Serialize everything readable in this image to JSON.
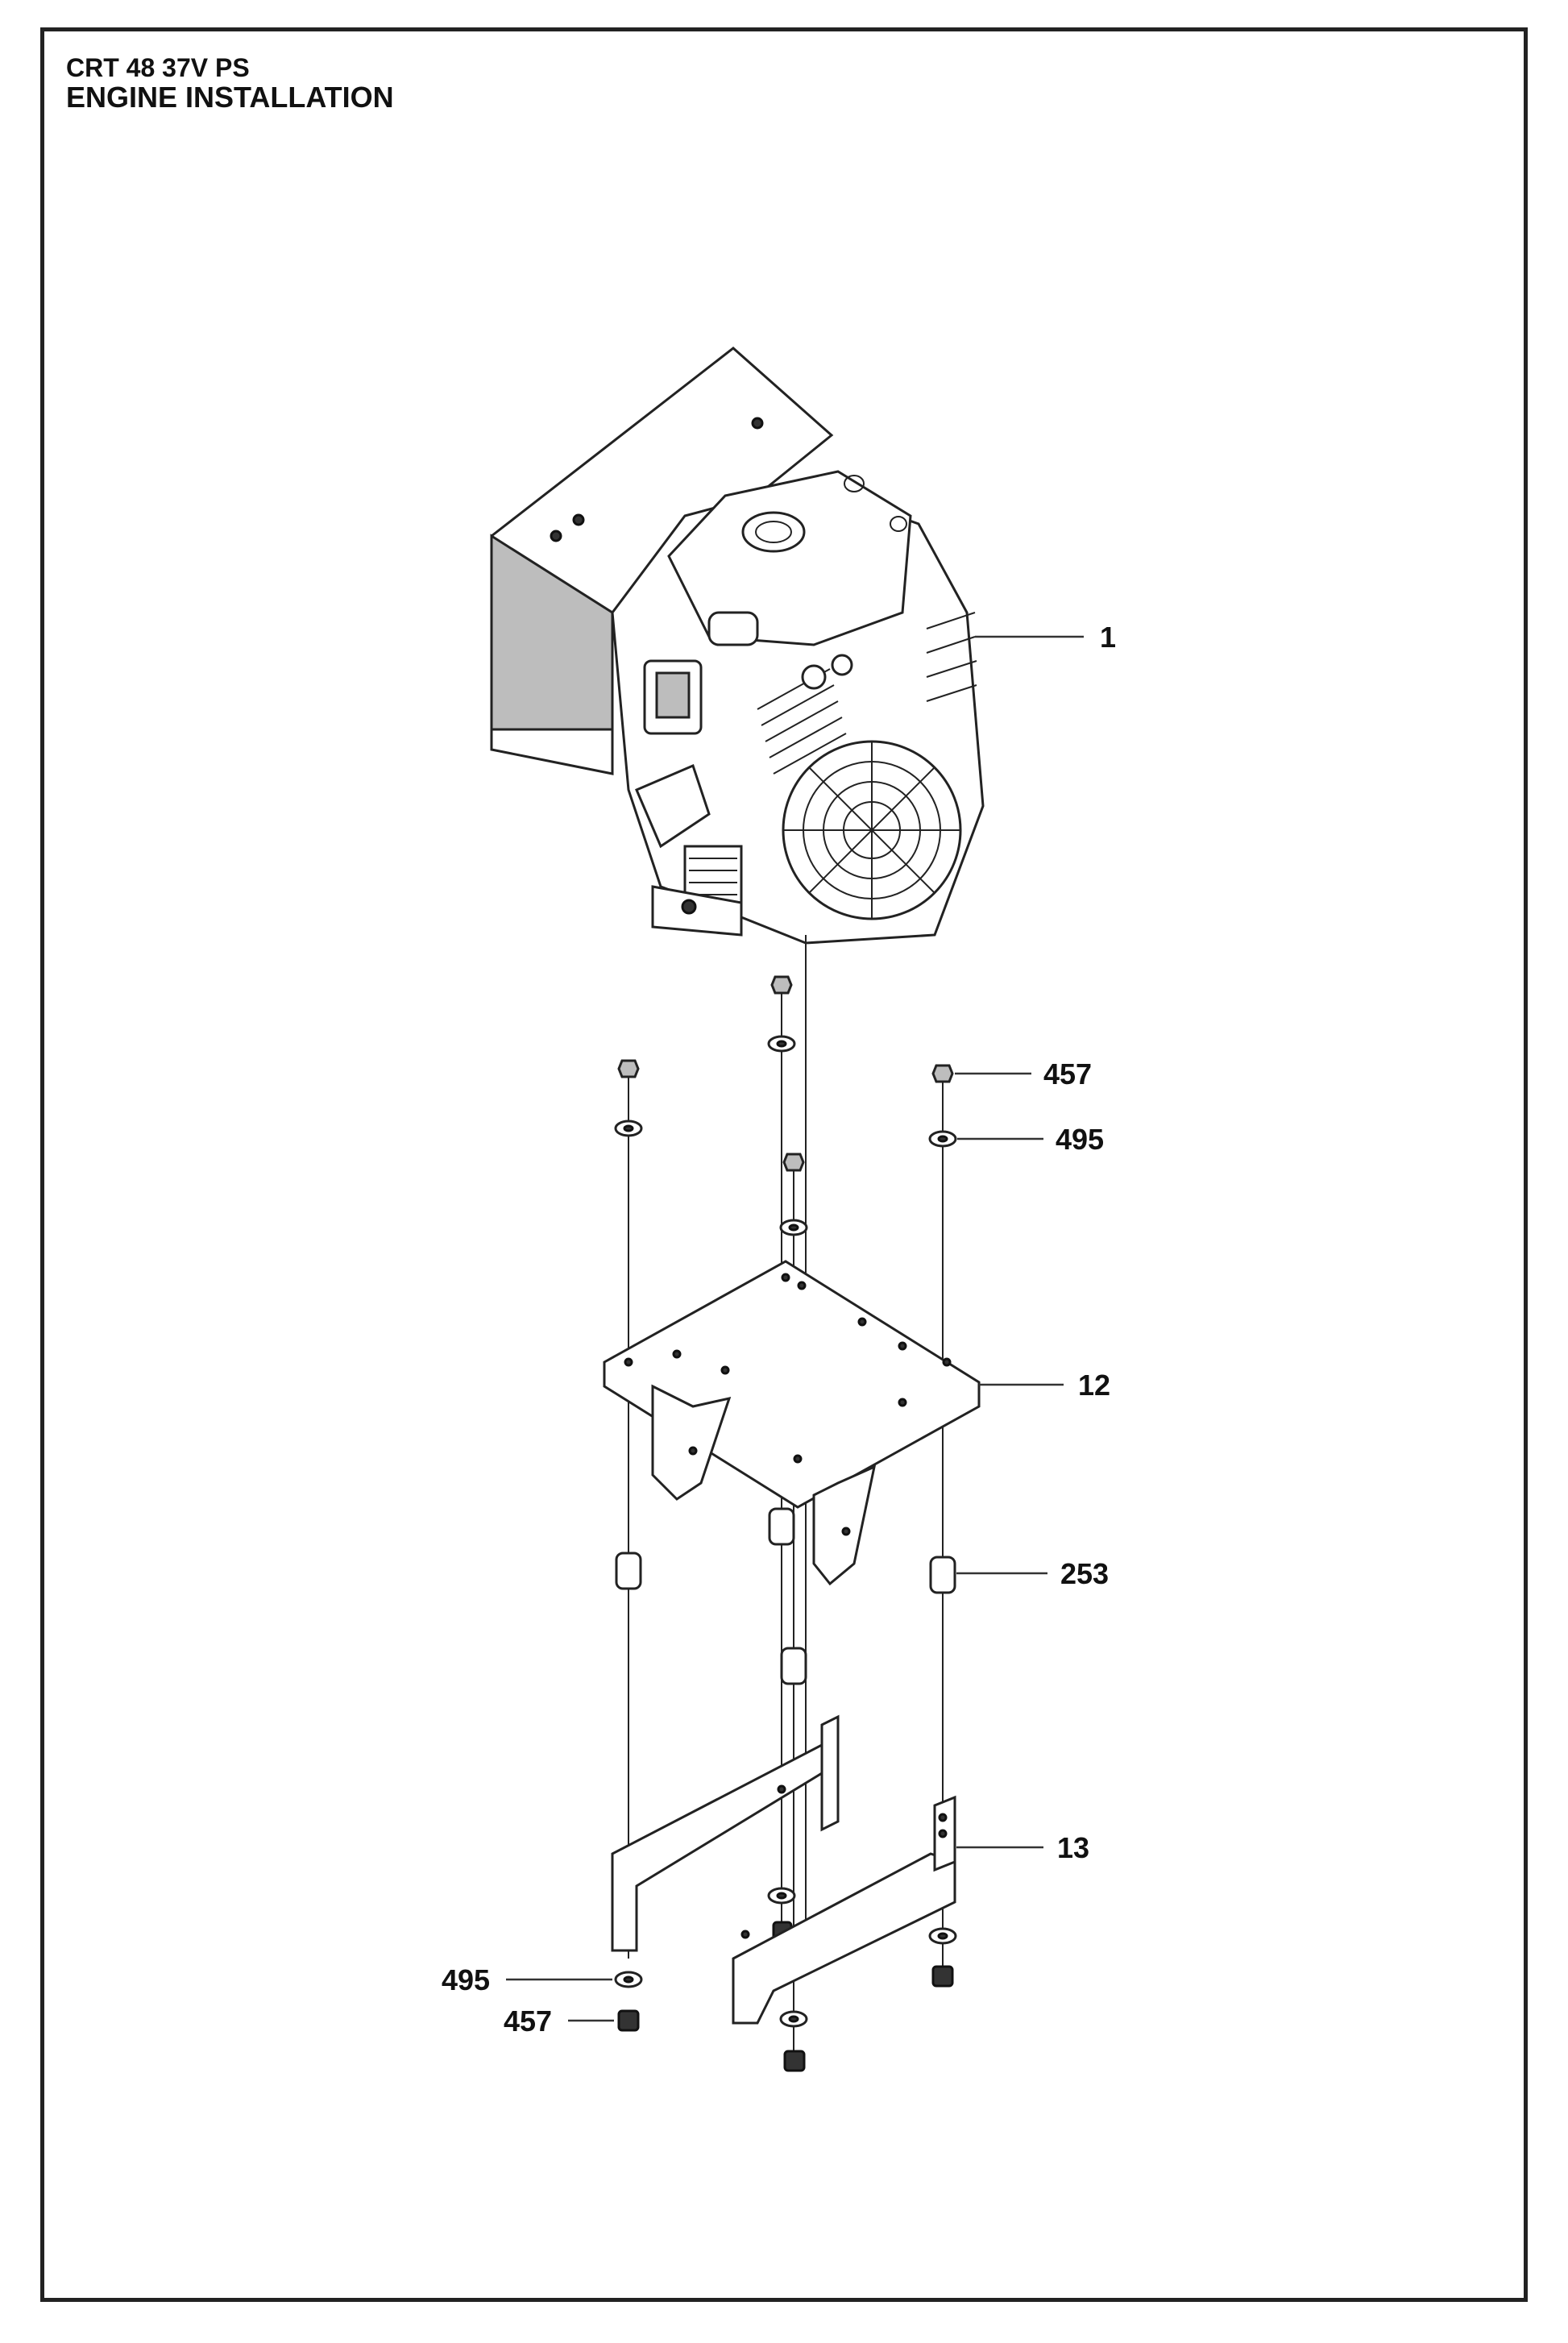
{
  "header": {
    "model": "CRT 48 37V PS",
    "title": "ENGINE INSTALLATION"
  },
  "callouts": [
    {
      "id": "engine",
      "label": "1"
    },
    {
      "id": "nut-top",
      "label": "457"
    },
    {
      "id": "washer-top",
      "label": "495"
    },
    {
      "id": "engine-plate",
      "label": "12"
    },
    {
      "id": "isolator",
      "label": "253"
    },
    {
      "id": "bracket",
      "label": "13"
    },
    {
      "id": "washer-bottom",
      "label": "495"
    },
    {
      "id": "nut-bottom",
      "label": "457"
    }
  ]
}
